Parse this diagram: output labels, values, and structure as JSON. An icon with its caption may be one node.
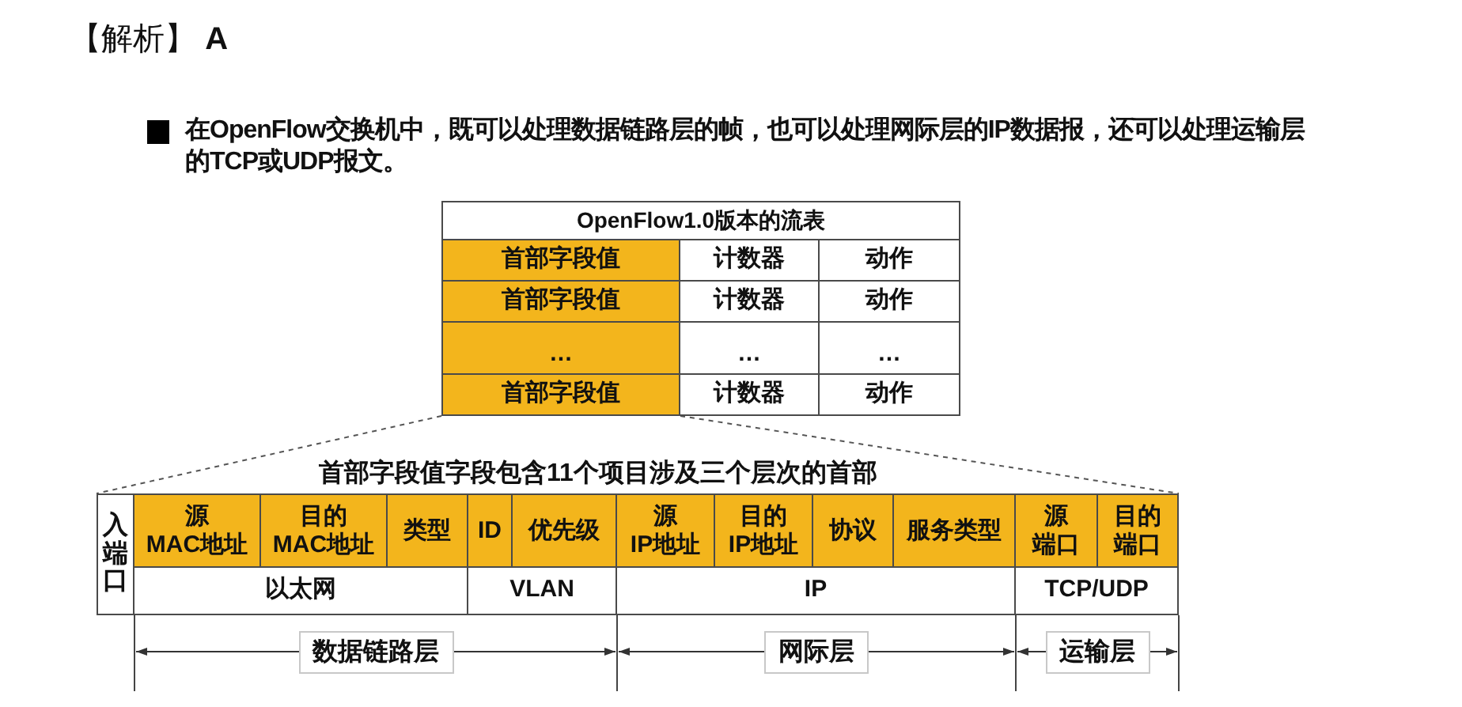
{
  "diagram": {
    "title": "【解析】 **A**",
    "nodes": [
      {
        "text": [
          "OpenFlow1.0版本的流表",
          "首部字段值",
          "计数器",
          "动作",
          "首部字段值",
          "计数器",
          "动作",
          "…",
          "…",
          "…",
          "首部字段值",
          "计数器",
          "动作"
        ]
      },
      {
        "text": [
          "入端口",
          "源 MAC地址",
          "目的 MAC地址",
          "类型",
          "ID",
          "优先级",
          "源 IP地址",
          "目的 IP地址",
          "协议",
          "服务类型",
          "源端口",
          "目的端口",
          "以太网",
          "VLAN",
          "IP",
          "TCP/UDP"
        ]
      }
    ],
    "edges": [
      {
        "from": 0,
        "to": 1,
        "arrow": "none",
        "style": "dashed"
      },
      {
        "from": 0,
        "to": 1,
        "arrow": "none",
        "style": "dashed"
      }
    ],
    "labels": [
      "在OpenFlow交换机中，既可以处理**数据链路层的帧**，也可以处理**网际层的IP数据报**，还可以处理**运输层的TCP或UDP报文**。",
      "首部字段值字段包含11个项目涉及三个层次的首部",
      "数据链路层",
      "网际层",
      "运输层"
    ]
  }
}
